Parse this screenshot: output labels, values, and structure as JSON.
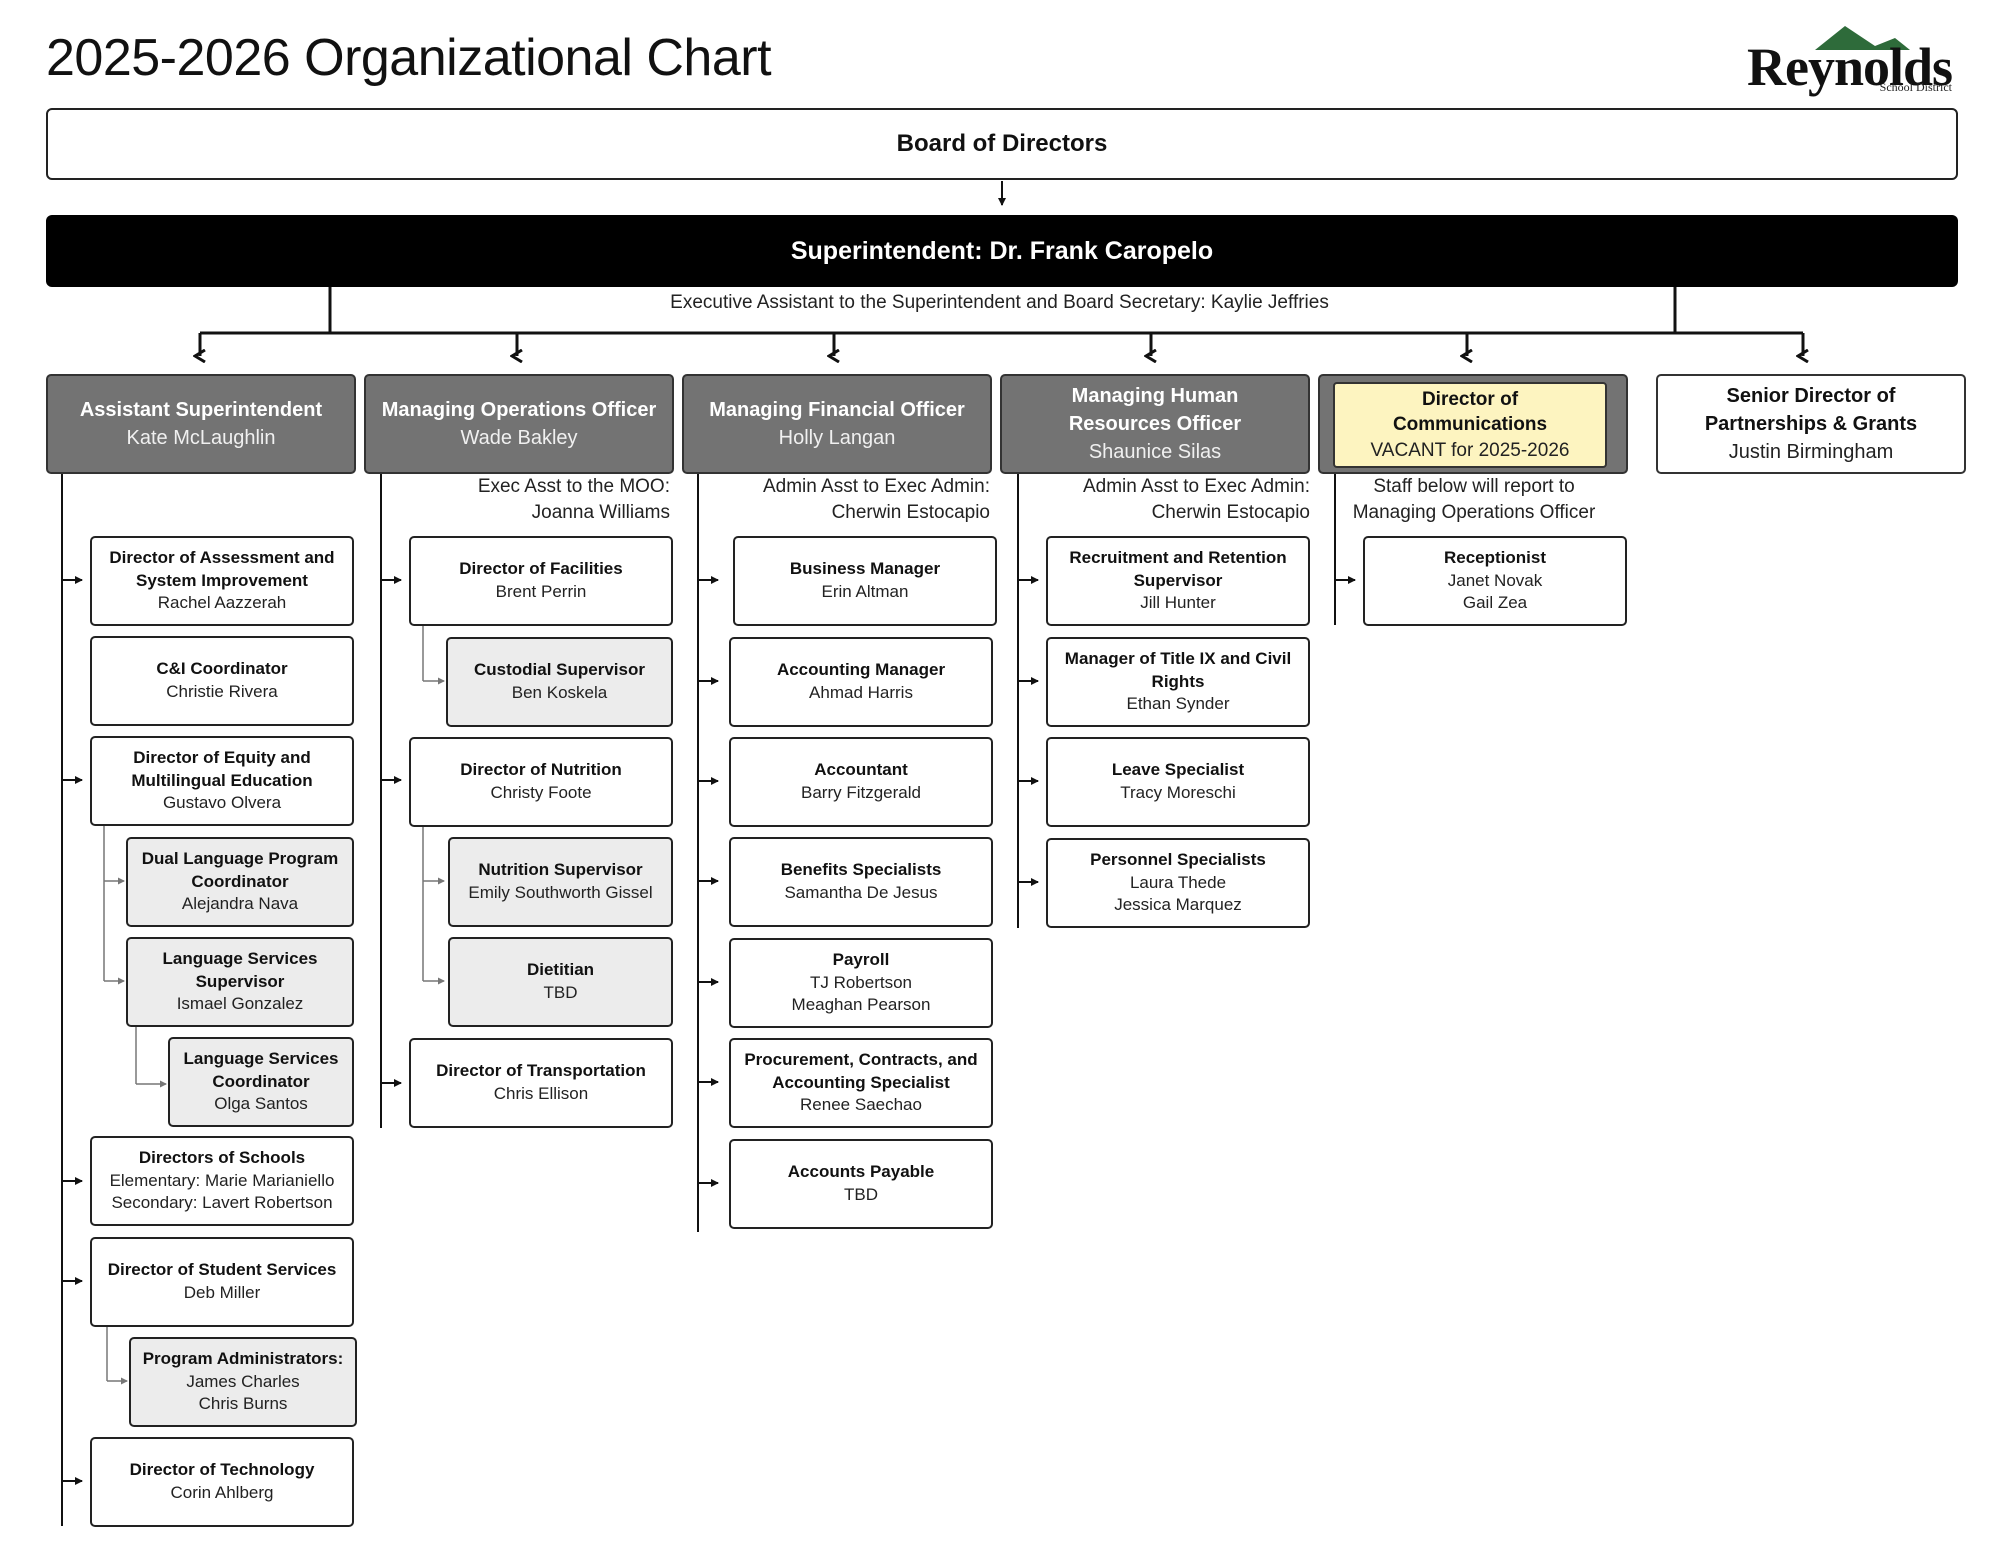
{
  "title": "2025-2026 Organizational Chart",
  "logo": {
    "word": "Reynolds",
    "sub": "School District"
  },
  "board": "Board of Directors",
  "superintendent": "Superintendent: Dr. Frank Caropelo",
  "exec_assistant": "Executive Assistant to the Superintendent and Board Secretary: Kaylie Jeffries",
  "heads": {
    "asst_supt": {
      "title": "Assistant Superintendent",
      "name": "Kate McLaughlin"
    },
    "moo": {
      "title": "Managing Operations Officer",
      "name": "Wade Bakley",
      "note1": "Exec Asst to the MOO:",
      "note2": "Joanna Williams"
    },
    "mfo": {
      "title": "Managing Financial Officer",
      "name": "Holly Langan",
      "note1": "Admin Asst to Exec Admin:",
      "note2": "Cherwin Estocapio"
    },
    "mhro": {
      "title1": "Managing Human",
      "title2": "Resources Officer",
      "name": "Shaunice Silas",
      "note1": "Admin Asst to Exec Admin:",
      "note2": "Cherwin Estocapio"
    },
    "comms": {
      "title1": "Director of",
      "title2": "Communications",
      "name": "VACANT for 2025-2026",
      "note1": "Staff below will report to",
      "note2": "Managing Operations Officer"
    },
    "partners": {
      "title1": "Senior Director of",
      "title2": "Partnerships & Grants",
      "name": "Justin Birmingham"
    }
  },
  "col1": {
    "assessment": {
      "t1": "Director of Assessment and",
      "t2": "System Improvement",
      "n": "Rachel Aazzerah"
    },
    "ci": {
      "t1": "C&I Coordinator",
      "n": "Christie Rivera"
    },
    "equity": {
      "t1": "Director of Equity and",
      "t2": "Multilingual Education",
      "n": "Gustavo Olvera"
    },
    "dual": {
      "t1": "Dual Language Program",
      "t2": "Coordinator",
      "n": "Alejandra Nava"
    },
    "lang_sup": {
      "t1": "Language Services",
      "t2": "Supervisor",
      "n": "Ismael Gonzalez"
    },
    "lang_coord": {
      "t1": "Language Services",
      "t2": "Coordinator",
      "n": "Olga Santos"
    },
    "schools": {
      "t1": "Directors of Schools",
      "n1": "Elementary: Marie Marianiello",
      "n2": "Secondary: Lavert Robertson"
    },
    "student": {
      "t1": "Director of Student Services",
      "n": "Deb Miller"
    },
    "program": {
      "t1": "Program Administrators:",
      "n1": "James Charles",
      "n2": "Chris Burns"
    },
    "tech": {
      "t1": "Director of Technology",
      "n": "Corin Ahlberg"
    }
  },
  "col2": {
    "facilities": {
      "t1": "Director of Facilities",
      "n": "Brent Perrin"
    },
    "custodial": {
      "t1": "Custodial Supervisor",
      "n": "Ben Koskela"
    },
    "nutrition": {
      "t1": "Director of Nutrition",
      "n": "Christy Foote"
    },
    "nut_sup": {
      "t1": "Nutrition Supervisor",
      "n": "Emily Southworth Gissel"
    },
    "dietitian": {
      "t1": "Dietitian",
      "n": "TBD"
    },
    "transport": {
      "t1": "Director of Transportation",
      "n": "Chris Ellison"
    }
  },
  "col3": {
    "business": {
      "t1": "Business Manager",
      "n": "Erin Altman"
    },
    "accounting": {
      "t1": "Accounting Manager",
      "n": "Ahmad Harris"
    },
    "accountant": {
      "t1": "Accountant",
      "n": "Barry Fitzgerald"
    },
    "benefits": {
      "t1": "Benefits Specialists",
      "n": "Samantha De Jesus"
    },
    "payroll": {
      "t1": "Payroll",
      "n1": "TJ Robertson",
      "n2": "Meaghan Pearson"
    },
    "procurement": {
      "t1": "Procurement, Contracts, and",
      "t2": "Accounting Specialist",
      "n": "Renee Saechao"
    },
    "ap": {
      "t1": "Accounts Payable",
      "n": "TBD"
    }
  },
  "col4": {
    "recruit": {
      "t1": "Recruitment and Retention",
      "t2": "Supervisor",
      "n": "Jill Hunter"
    },
    "title9": {
      "t1": "Manager of Title IX and Civil",
      "t2": "Rights",
      "n": "Ethan Synder"
    },
    "leave": {
      "t1": "Leave Specialist",
      "n": "Tracy Moreschi"
    },
    "personnel": {
      "t1": "Personnel Specialists",
      "n1": "Laura Thede",
      "n2": "Jessica Marquez"
    }
  },
  "col5": {
    "receptionist": {
      "t1": "Receptionist",
      "n1": "Janet Novak",
      "n2": "Gail Zea"
    }
  },
  "colors": {
    "head_gray": "#737373",
    "sub_gray": "#ececec",
    "vacant_yellow": "#fdf4c0",
    "logo_green": "#2e6b3a"
  }
}
